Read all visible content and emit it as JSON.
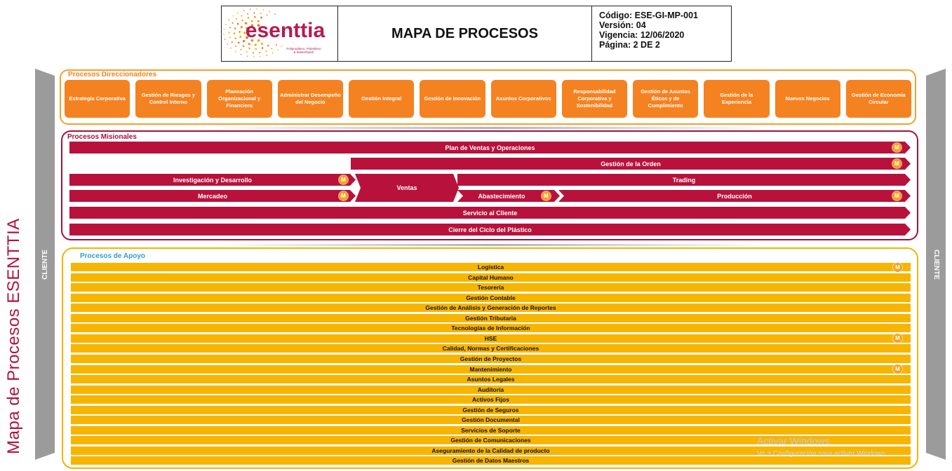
{
  "header": {
    "logo_text": "esenttia",
    "logo_subtext": "Polipropileno, Polietileno & Masterbatch",
    "title": "MAPA DE PROCESOS",
    "codigo": "Código: ESE-GI-MP-001",
    "version": "Versión: 04",
    "vigencia": "Vigencia: 12/06/2020",
    "pagina": "Página: 2 DE 2"
  },
  "side_title": "Mapa de Procesos ESENTTIA",
  "pillars": {
    "left_label": "CLIENTE",
    "right_label": "CLIENTE",
    "color": "#9b9b9b"
  },
  "direccionadores": {
    "title": "Procesos Direccionadores",
    "color": "#f58220",
    "items": [
      "Estrategia Corporativa",
      "Gestión de Riesgos y Control Interno",
      "Planeación Organizacional y Financiera",
      "Administrar Desempeño del Negocio",
      "Gestión Integral",
      "Gestión de Innovación",
      "Asuntos Corporativos",
      "Responsabilidad Corporativa y Sostenibilidad",
      "Gestión de Asuntos Éticos y de Cumplimiento",
      "Gestión de la Experiencia",
      "Nuevos Negocios",
      "Gestión de Economía Circular"
    ]
  },
  "misionales": {
    "title": "Procesos Misionales",
    "color": "#b8123c",
    "plan": "Plan de Ventas y Operaciones",
    "orden": "Gestión de la Orden",
    "investigacion": "Investigación  y Desarrollo",
    "mercadeo": "Mercadeo",
    "ventas": "Ventas",
    "trading": "Trading",
    "abastecimiento": "Abastecimiento",
    "produccion": "Producción",
    "servicio": "Servicio al Cliente",
    "cierre": "Cierre del Ciclo del Plástico",
    "badge": "M"
  },
  "apoyo": {
    "title": "Procesos de Apoyo",
    "color": "#f7b500",
    "items": [
      {
        "label": "Logística",
        "m": true
      },
      {
        "label": "Capital Humano",
        "m": false
      },
      {
        "label": "Tesorería",
        "m": false
      },
      {
        "label": "Gestión Contable",
        "m": false
      },
      {
        "label": "Gestión de Análisis y Generación de Reportes",
        "m": false
      },
      {
        "label": "Gestión Tributaria",
        "m": false
      },
      {
        "label": "Tecnologías de Información",
        "m": false
      },
      {
        "label": "HSE",
        "m": true
      },
      {
        "label": "Calidad, Normas y Certificaciones",
        "m": false
      },
      {
        "label": "Gestión de Proyectos",
        "m": false
      },
      {
        "label": "Mantenimiento",
        "m": true
      },
      {
        "label": "Asuntos Legales",
        "m": false
      },
      {
        "label": "Auditoría",
        "m": false
      },
      {
        "label": "Activos Fijos",
        "m": false
      },
      {
        "label": "Gestión de Seguros",
        "m": false
      },
      {
        "label": "Gestión Documental",
        "m": false
      },
      {
        "label": "Servicios de Soporte",
        "m": false
      },
      {
        "label": "Gestión de Comunicaciones",
        "m": false
      },
      {
        "label": "Aseguramiento de la Calidad de producto",
        "m": false
      },
      {
        "label": "Gestión de Datos Maestros",
        "m": false
      }
    ]
  },
  "watermark": {
    "line1": "Activar Windows",
    "line2": "Ve a Configuración para activar Windows."
  }
}
